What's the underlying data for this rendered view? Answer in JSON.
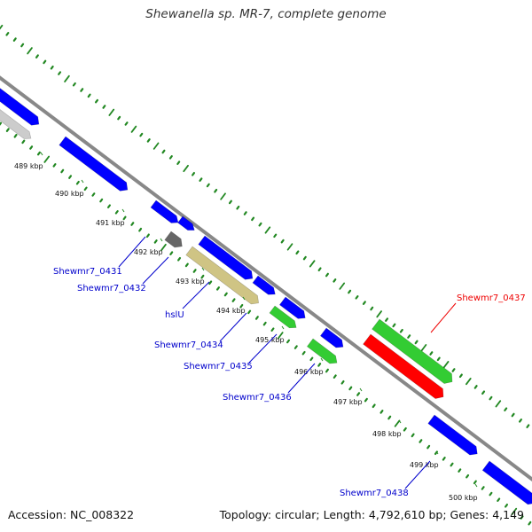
{
  "title": "Shewanella sp. MR-7, complete genome",
  "footer": {
    "accession": "Accession: NC_008322",
    "topology": "Topology: circular; Length: 4,792,610 bp; Genes: 4,149"
  },
  "colors": {
    "background": "#ffffff",
    "backbone": "#888888",
    "cds_blue": "#0000ff",
    "highlight_red": "#ff0000",
    "green": "#33cc33",
    "tan": "#cfc484",
    "gray": "#666666",
    "light_gray": "#cccccc",
    "label_blue": "#0000cc",
    "label_red": "#ee0000",
    "dots_green": "#228822"
  },
  "kbp_ticks": [
    "489 kbp",
    "490 kbp",
    "491 kbp",
    "492 kbp",
    "493 kbp",
    "494 kbp",
    "495 kbp",
    "496 kbp",
    "497 kbp",
    "498 kbp",
    "499 kbp",
    "500 kbp"
  ],
  "gene_labels": [
    {
      "text": "Shewmr7_0431",
      "color": "blue"
    },
    {
      "text": "Shewmr7_0432",
      "color": "blue"
    },
    {
      "text": "hslU",
      "color": "blue"
    },
    {
      "text": "Shewmr7_0434",
      "color": "blue"
    },
    {
      "text": "Shewmr7_0435",
      "color": "blue"
    },
    {
      "text": "Shewmr7_0436",
      "color": "blue"
    },
    {
      "text": "Shewmr7_0437",
      "color": "red"
    },
    {
      "text": "Shewmr7_0438",
      "color": "blue"
    }
  ]
}
